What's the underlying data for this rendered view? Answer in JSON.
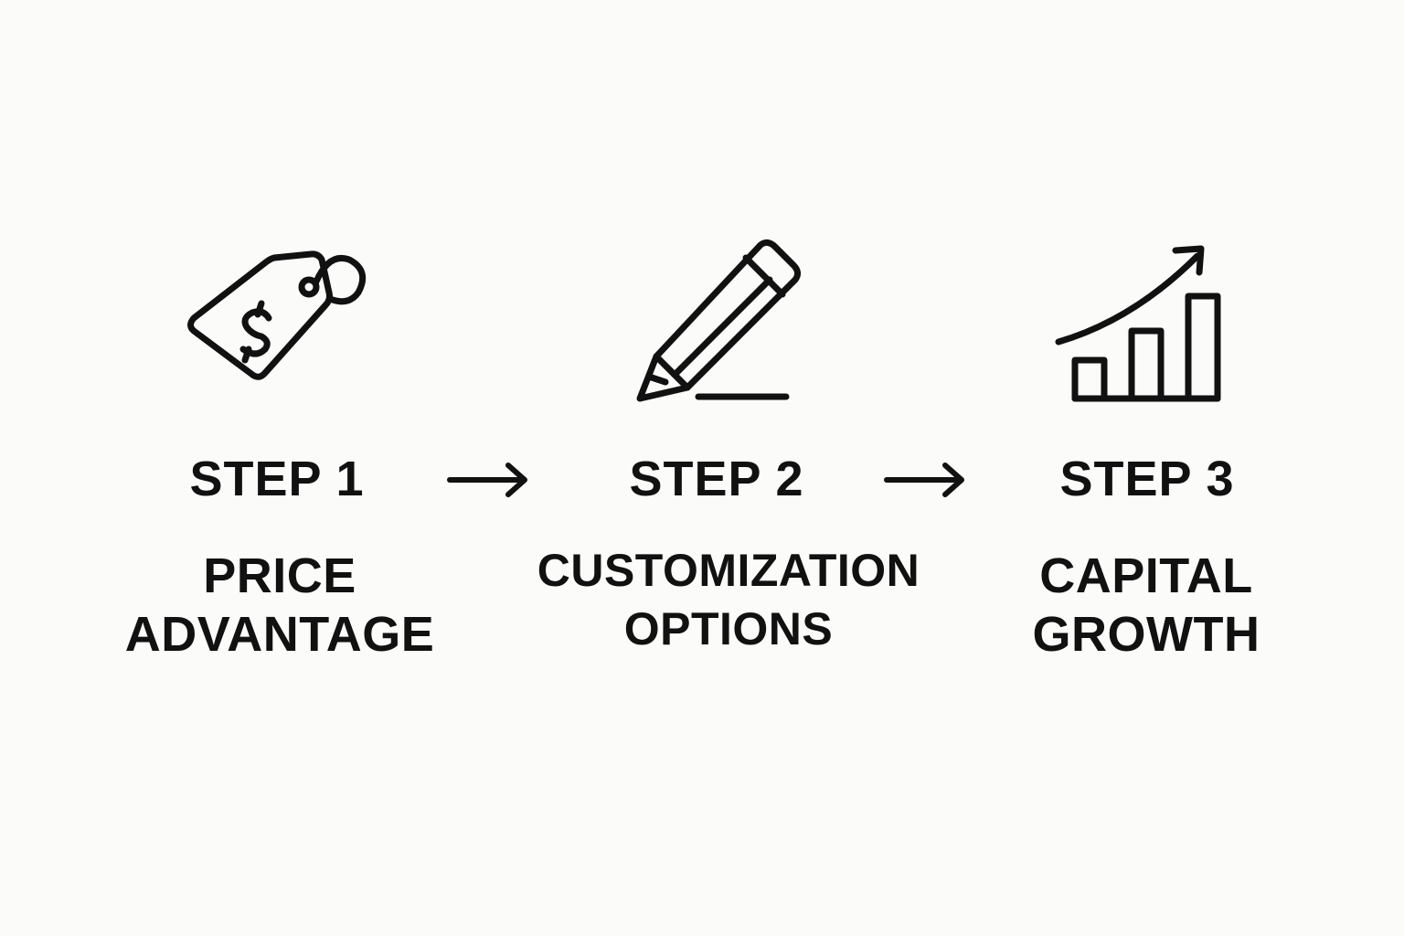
{
  "steps": [
    {
      "label": "STEP 1",
      "title_lines": [
        "PRICE",
        "ADVANTAGE"
      ],
      "icon": "price-tag-icon"
    },
    {
      "label": "STEP 2",
      "title_lines": [
        "CUSTOMIZATION",
        "OPTIONS"
      ],
      "icon": "pencil-icon"
    },
    {
      "label": "STEP 3",
      "title_lines": [
        "CAPITAL",
        "GROWTH"
      ],
      "icon": "growth-chart-icon"
    }
  ],
  "connectors": [
    "arrow-right-icon",
    "arrow-right-icon"
  ],
  "colors": {
    "background": "#fbfbf9",
    "ink": "#111111"
  }
}
